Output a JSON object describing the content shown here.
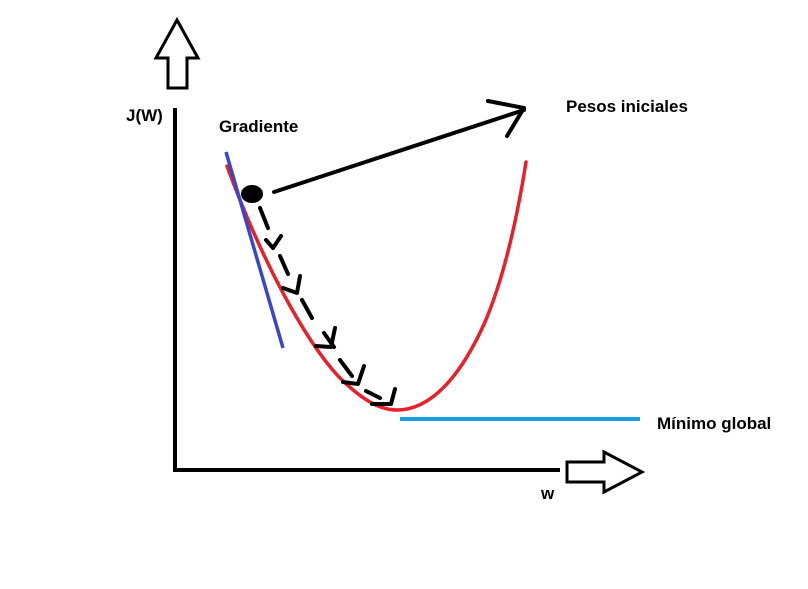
{
  "labels": {
    "y_axis": "J(W)",
    "x_axis": "w",
    "gradient": "Gradiente",
    "initial_weights": "Pesos iniciales",
    "global_minimum": "Mínimo global"
  },
  "colors": {
    "axes": "#000000",
    "cost_curve": "#e8202a",
    "gradient_line": "#3a46c8",
    "minimum_line": "#1aa0e0",
    "steps": "#000000",
    "background": "#ffffff"
  },
  "icons": {
    "y_axis_arrow": "up-arrow-outline-icon",
    "x_axis_arrow": "right-arrow-outline-icon",
    "starting_point": "filled-dot-icon"
  }
}
